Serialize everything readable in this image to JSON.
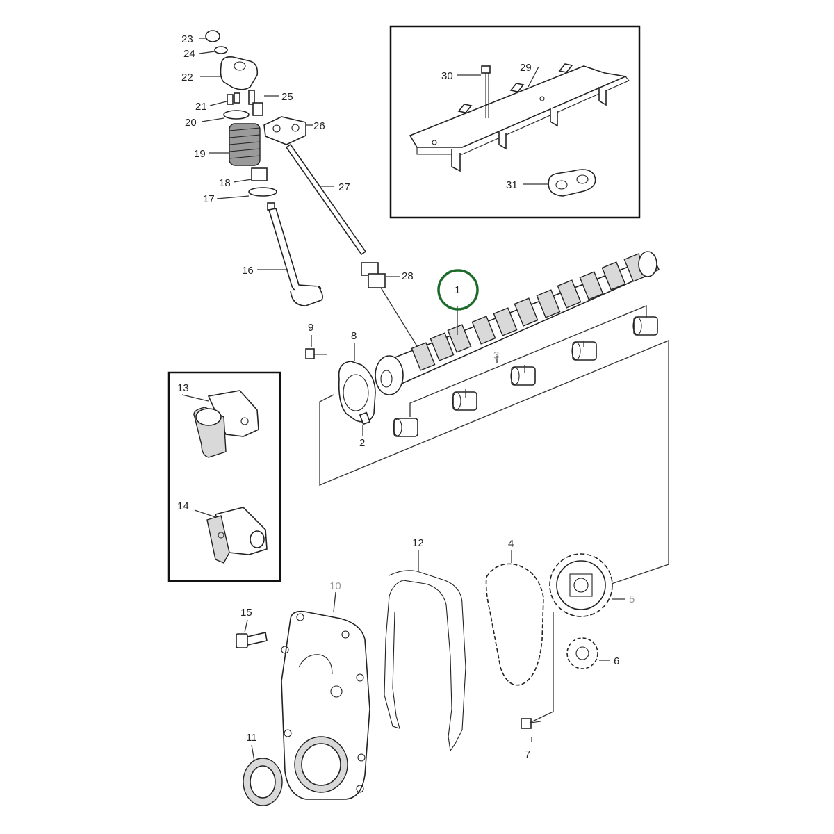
{
  "diagram": {
    "highlight_color": "#1d6b2a",
    "callouts": [
      "1",
      "2",
      "3",
      "4",
      "5",
      "6",
      "7",
      "8",
      "9",
      "10",
      "11",
      "12",
      "13",
      "14",
      "15",
      "16",
      "17",
      "18",
      "19",
      "20",
      "21",
      "22",
      "23",
      "24",
      "25",
      "26",
      "27",
      "28",
      "29",
      "30",
      "31"
    ]
  }
}
